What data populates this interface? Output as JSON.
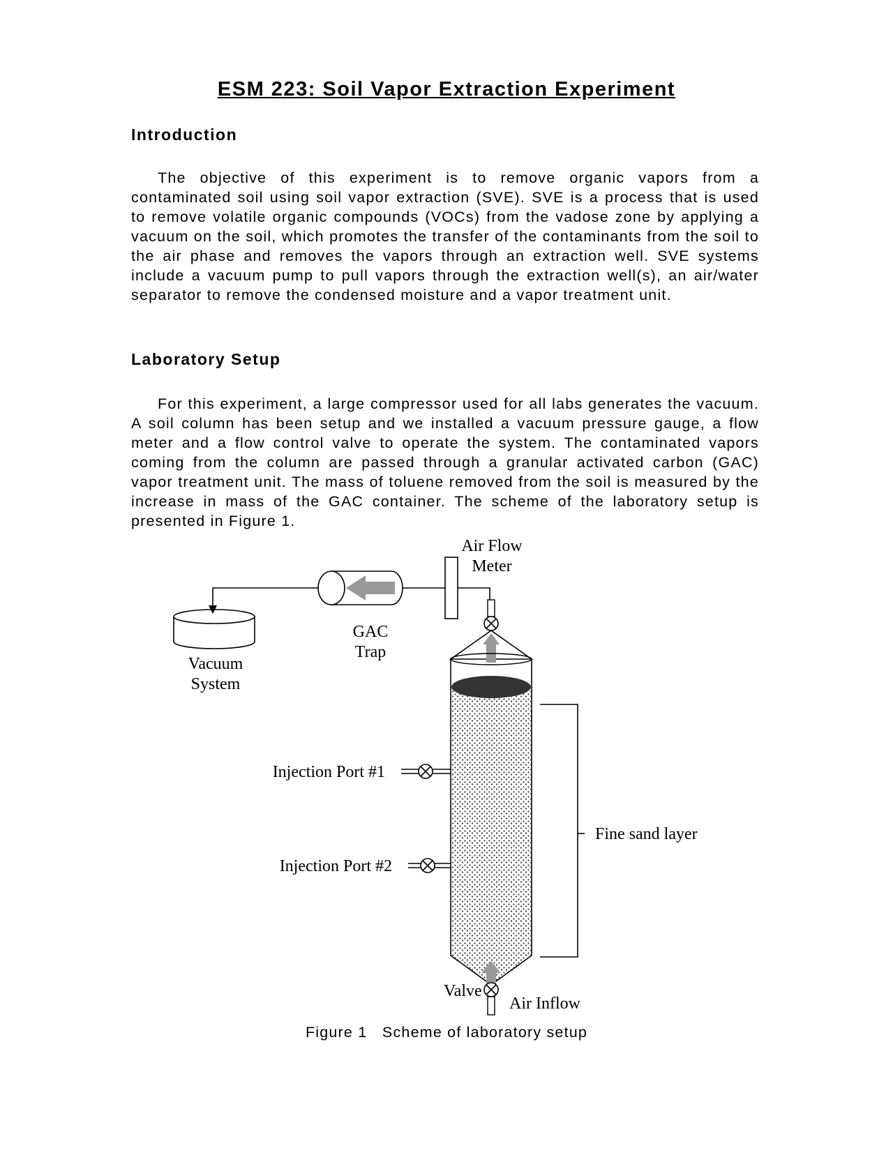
{
  "document": {
    "title": "ESM 223: Soil Vapor Extraction Experiment",
    "sections": [
      {
        "heading": "Introduction",
        "paragraph": "The objective of this experiment is to remove organic vapors from a contaminated soil using soil vapor extraction (SVE).  SVE is a process that is used to remove volatile organic compounds (VOCs) from the vadose zone by applying a vacuum on the soil, which promotes the transfer of the contaminants from the soil to the air phase and removes the vapors through an extraction well. SVE systems include a vacuum pump to pull vapors through the extraction well(s), an air/water separator to remove the condensed moisture and a vapor treatment unit."
      },
      {
        "heading": "Laboratory Setup",
        "paragraph": "For this experiment, a large compressor used for all labs generates the vacuum. A soil column has been setup and we installed a vacuum pressure gauge, a flow meter and a flow control valve to operate the system. The contaminated vapors coming from the column are passed through a granular activated carbon (GAC) vapor treatment unit. The mass of toluene removed from the soil is measured by the increase in mass of the GAC container.  The scheme of the laboratory setup is presented in Figure 1."
      }
    ]
  },
  "figure": {
    "labels": {
      "air_flow_meter_line1": "Air Flow",
      "air_flow_meter_line2": "Meter",
      "gac_trap_line1": "GAC",
      "gac_trap_line2": "Trap",
      "vacuum_system_line1": "Vacuum",
      "vacuum_system_line2": "System",
      "injection_port_1": "Injection Port #1",
      "injection_port_2": "Injection Port #2",
      "fine_sand_layer": "Fine sand layer",
      "valve": "Valve",
      "air_inflow": "Air Inflow"
    },
    "caption": "Figure 1   Scheme of laboratory setup",
    "colors": {
      "arrow": "#999999",
      "sand_cap": "#333333",
      "sand_dots": "#333333"
    }
  }
}
